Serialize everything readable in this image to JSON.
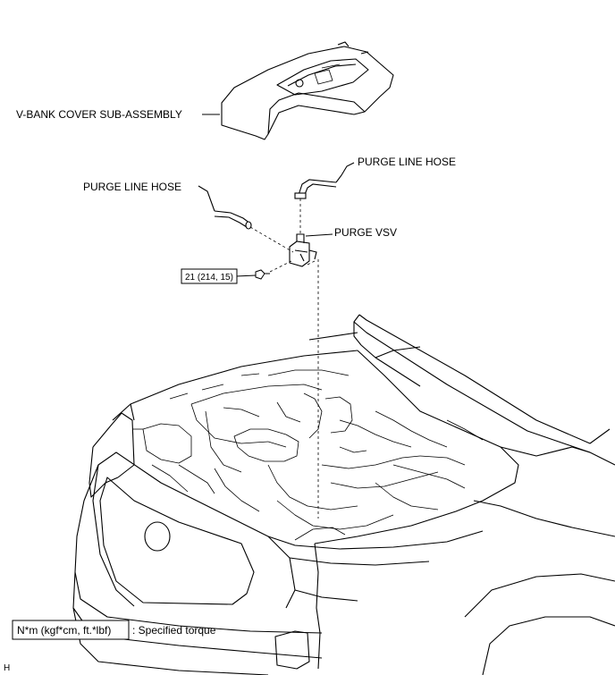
{
  "labels": {
    "v_bank_cover": "V-BANK COVER SUB-ASSEMBLY",
    "purge_line_hose_right": "PURGE LINE HOSE",
    "purge_line_hose_left": "PURGE LINE HOSE",
    "purge_vsv": "PURGE VSV",
    "torque_value": "21 (214, 15)"
  },
  "legend": {
    "unit_box": "N*m (kgf*cm, ft.*lbf)",
    "description": ": Specified torque"
  },
  "corner_mark": "H"
}
